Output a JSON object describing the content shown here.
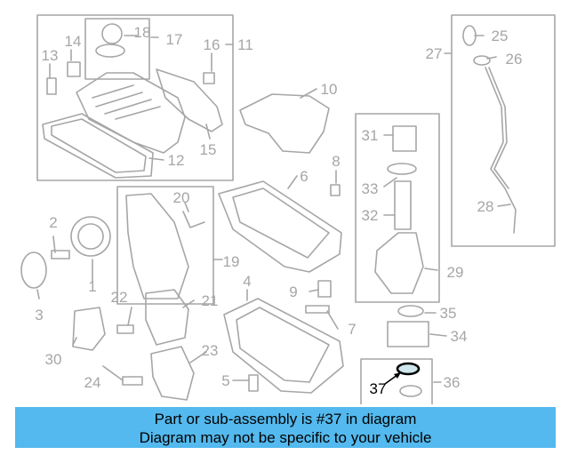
{
  "diagram": {
    "callouts": {
      "c1": "1",
      "c2": "2",
      "c3": "3",
      "c4": "4",
      "c5": "5",
      "c6": "6",
      "c7": "7",
      "c8": "8",
      "c9": "9",
      "c10": "10",
      "c11": "11",
      "c12": "12",
      "c13": "13",
      "c14": "14",
      "c15": "15",
      "c16": "16",
      "c17": "17",
      "c18": "18",
      "c19": "19",
      "c20": "20",
      "c21": "21",
      "c22": "22",
      "c23": "23",
      "c24": "24",
      "c25": "25",
      "c26": "26",
      "c27": "27",
      "c28": "28",
      "c29": "29",
      "c30": "30",
      "c31": "31",
      "c32": "32",
      "c33": "33",
      "c34": "34",
      "c35": "35",
      "c36": "36",
      "c37": "37"
    },
    "highlight_part": "37",
    "colors": {
      "line": "#a6a6a6",
      "highlight": "#000000",
      "banner": "#53b9ee"
    }
  },
  "banner": {
    "line1": "Part or sub-assembly is #37 in diagram",
    "line2": "Diagram may not be specific to your vehicle"
  }
}
